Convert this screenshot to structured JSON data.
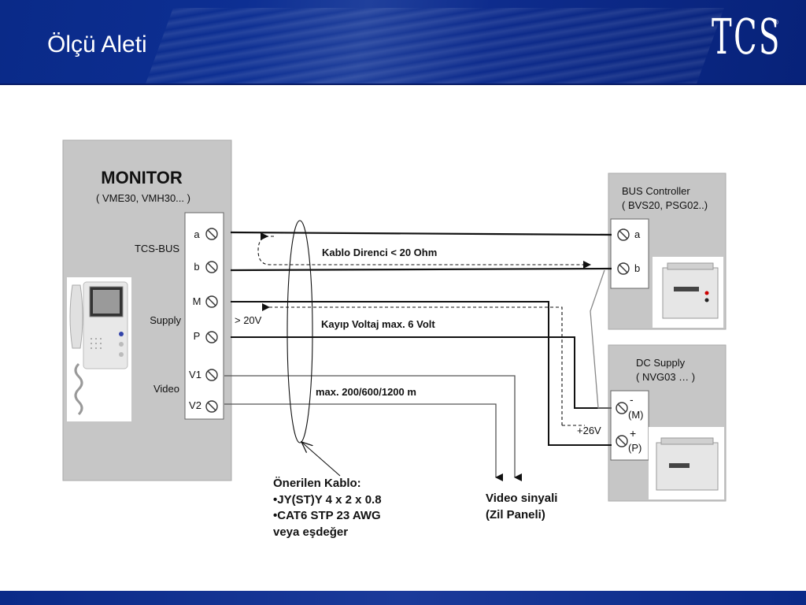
{
  "slide": {
    "title": "Ölçü Aleti"
  },
  "logo": {
    "text": "TCS",
    "reg": "®"
  },
  "monitor": {
    "title": "MONITOR",
    "models": "( VME30, VMH30... )",
    "group_labels": {
      "tcs_bus": "TCS-BUS",
      "supply": "Supply",
      "video": "Video"
    },
    "terminals": [
      "a",
      "b",
      "M",
      "P",
      "V1",
      "V2"
    ]
  },
  "bus_controller": {
    "title": "BUS Controller",
    "models": "( BVS20, PSG02..)",
    "terminals": [
      "a",
      "b"
    ]
  },
  "dc_supply": {
    "title": "DC Supply",
    "models": "( NVG03 … )",
    "terminals": [
      {
        "sign": "-",
        "label": "(M)"
      },
      {
        "sign": "+",
        "label": "(P)"
      }
    ]
  },
  "annotations": {
    "resistance": "Kablo Direnci < 20 Ohm",
    "voltage_loss": "Kayıp Voltaj max. 6 Volt",
    "distance": "max. 200/600/1200 m",
    "min_voltage": "> 20V",
    "supply_voltage": "+26V",
    "cable_lines": [
      "Önerilen Kablo:",
      "•JY(ST)Y 4 x 2 x 0.8",
      "•CAT6 STP 23 AWG",
      "veya eşdeğer"
    ],
    "video_lines": [
      "Video sinyali",
      "(Zil Paneli)"
    ]
  }
}
